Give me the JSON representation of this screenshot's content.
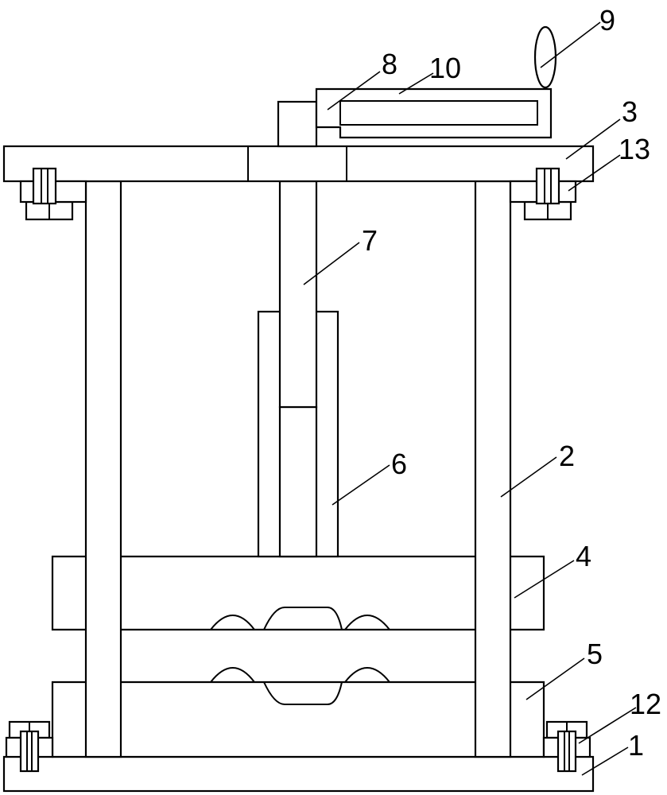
{
  "labels": {
    "l1": "1",
    "l2": "2",
    "l3": "3",
    "l4": "4",
    "l5": "5",
    "l6": "6",
    "l7": "7",
    "l8": "8",
    "l9": "9",
    "l10": "10",
    "l12": "12",
    "l13": "13"
  },
  "colors": {
    "line": "#000000",
    "background": "#ffffff"
  }
}
